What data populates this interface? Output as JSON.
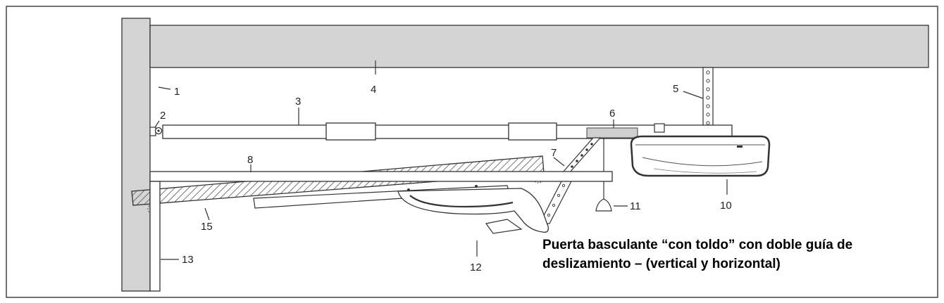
{
  "labels": {
    "l1": "1",
    "l2": "2",
    "l3": "3",
    "l4": "4",
    "l5": "5",
    "l6": "6",
    "l7": "7",
    "l8": "8",
    "l10": "10",
    "l11": "11",
    "l12": "12",
    "l13": "13",
    "l15": "15"
  },
  "caption": {
    "line1": "Puerta basculante “con toldo” con doble guía de",
    "line2": "deslizamiento – (vertical y horizontal)"
  },
  "colors": {
    "wall": "#d4d4d4",
    "stroke": "#333333",
    "opener": "#ffffff"
  }
}
